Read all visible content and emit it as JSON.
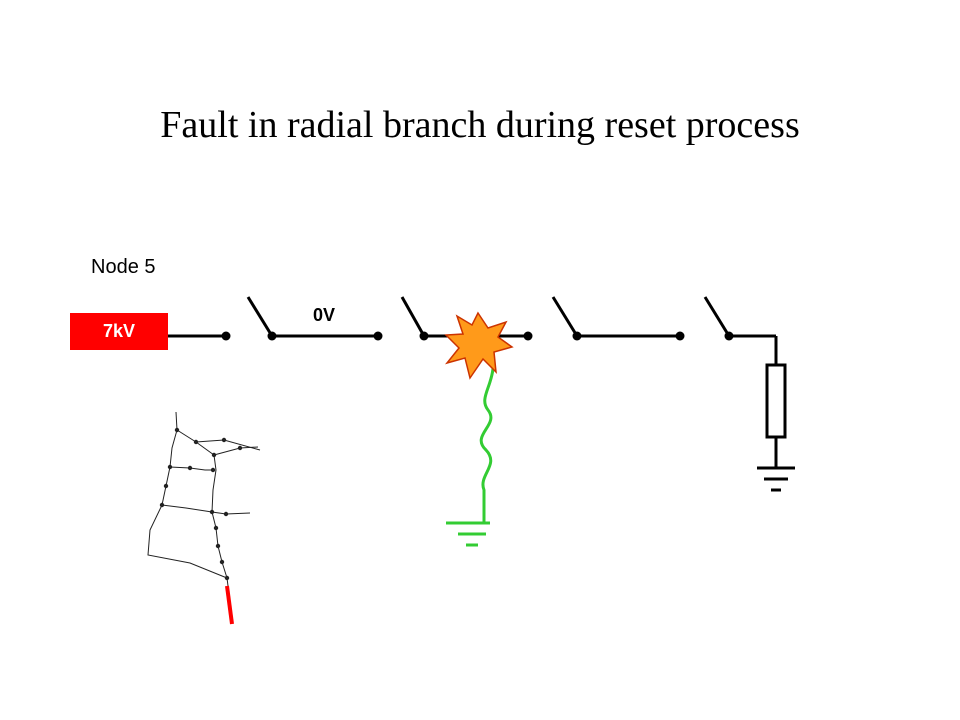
{
  "title": "Fault in radial branch during reset process",
  "node_label": "Node 5",
  "source_voltage": "7kV",
  "line_voltage": "0V",
  "colors": {
    "source_fill": "#ff0000",
    "fault_fill": "#ff9a1a",
    "fault_stroke": "#cc3300",
    "fault_path": "#33cc33",
    "network_lines": "#222222",
    "network_labels": "#8fa8a0",
    "faulted_branch": "#ff0000"
  },
  "icons": [
    "switch-icon",
    "fault-burst-icon",
    "ground-icon",
    "resistor-icon",
    "inductor-icon"
  ]
}
